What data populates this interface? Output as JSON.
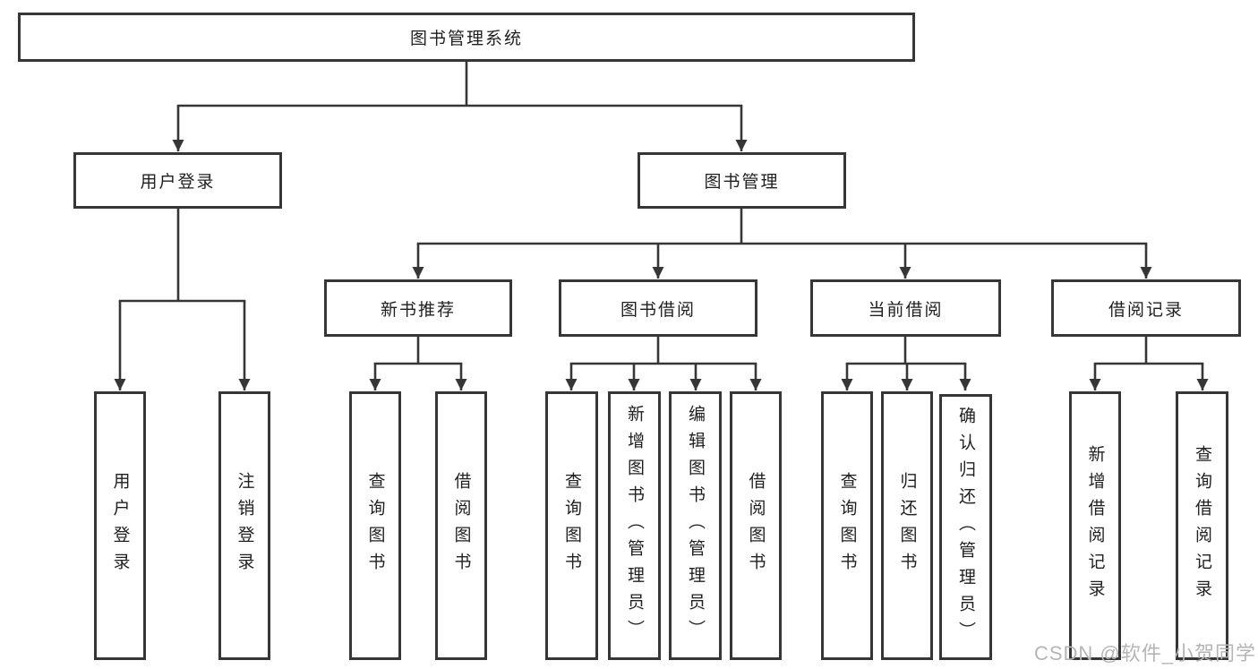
{
  "colors": {
    "line": "#363636",
    "text": "#1f1f1f",
    "watermark": "#b5b5b5",
    "background": "#ffffff"
  },
  "watermark": {
    "text": "CSDN @软件_小贺同学"
  },
  "diagram": {
    "type": "hierarchy-diagram",
    "root": {
      "label": "图书管理系统"
    },
    "level2": [
      {
        "label": "用户登录",
        "parent": "图书管理系统"
      },
      {
        "label": "图书管理",
        "parent": "图书管理系统"
      }
    ],
    "level3": [
      {
        "label": "新书推荐",
        "parent": "图书管理"
      },
      {
        "label": "图书借阅",
        "parent": "图书管理"
      },
      {
        "label": "当前借阅",
        "parent": "图书管理"
      },
      {
        "label": "借阅记录",
        "parent": "图书管理"
      }
    ],
    "level4": [
      {
        "label": "用户登录",
        "parent": "用户登录"
      },
      {
        "label": "注销登录",
        "parent": "用户登录"
      },
      {
        "label": "查询图书",
        "parent": "新书推荐"
      },
      {
        "label": "借阅图书",
        "parent": "新书推荐"
      },
      {
        "label": "查询图书",
        "parent": "图书借阅"
      },
      {
        "label": "新增图书（管理员）",
        "parent": "图书借阅"
      },
      {
        "label": "编辑图书（管理员）",
        "parent": "图书借阅"
      },
      {
        "label": "借阅图书",
        "parent": "图书借阅"
      },
      {
        "label": "查询图书",
        "parent": "当前借阅"
      },
      {
        "label": "归还图书",
        "parent": "当前借阅"
      },
      {
        "label": "确认归还（管理员）",
        "parent": "当前借阅"
      },
      {
        "label": "新增借阅记录",
        "parent": "借阅记录"
      },
      {
        "label": "查询借阅记录",
        "parent": "借阅记录"
      }
    ]
  }
}
